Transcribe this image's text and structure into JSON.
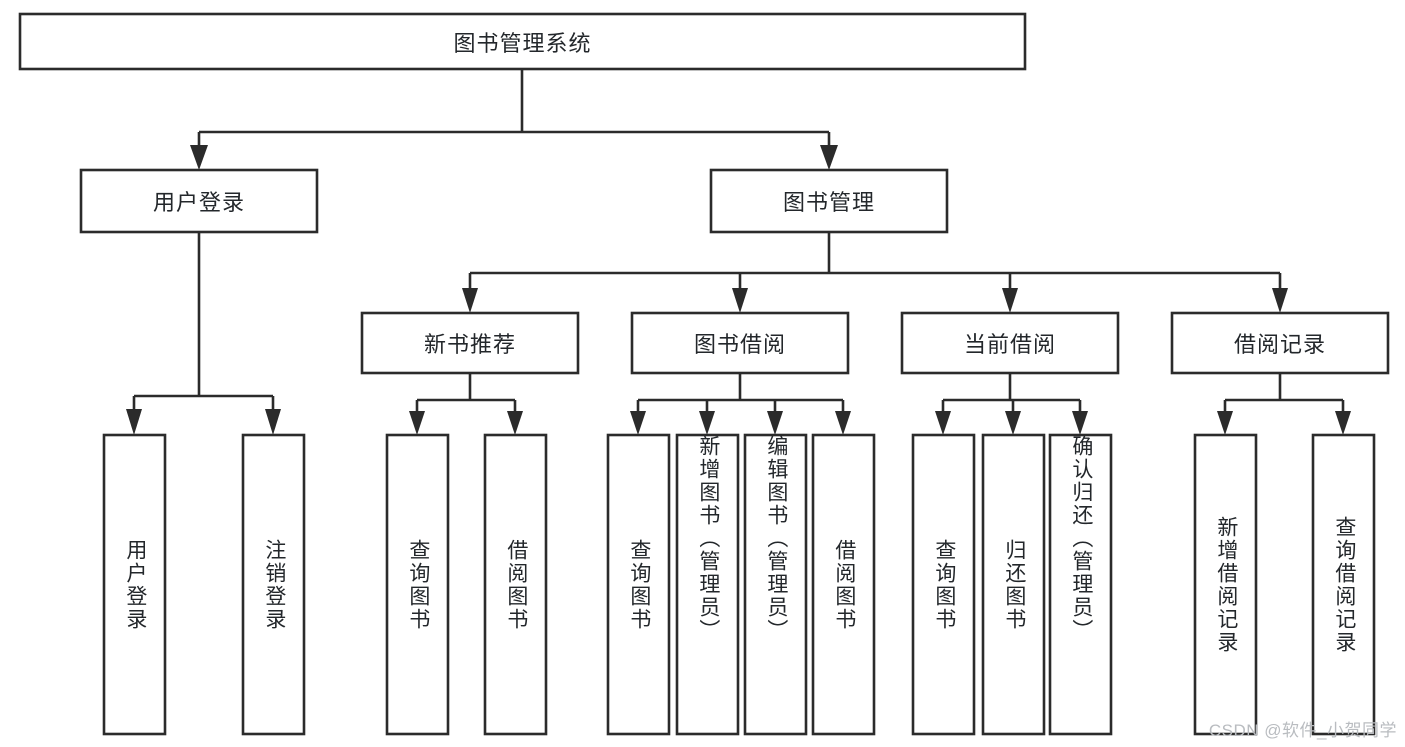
{
  "diagram": {
    "type": "tree-hierarchy-chart",
    "title": "图书管理系统",
    "orientation": "top-down",
    "colors": {
      "box_stroke": "#2b2b2b",
      "box_fill": "#ffffff",
      "connector": "#2b2b2b",
      "text": "#23272b",
      "background": "#ffffff",
      "watermark": "#b9bcc0"
    },
    "root": {
      "id": "root",
      "label": "图书管理系统",
      "orientation": "horizontal"
    },
    "level2": [
      {
        "id": "user-login",
        "label": "用户登录",
        "orientation": "horizontal"
      },
      {
        "id": "book-management",
        "label": "图书管理",
        "orientation": "horizontal"
      }
    ],
    "level3": [
      {
        "id": "new-book-recommend",
        "label": "新书推荐",
        "orientation": "horizontal",
        "parent": "book-management"
      },
      {
        "id": "book-borrow",
        "label": "图书借阅",
        "orientation": "horizontal",
        "parent": "book-management"
      },
      {
        "id": "current-borrow",
        "label": "当前借阅",
        "orientation": "horizontal",
        "parent": "book-management"
      },
      {
        "id": "borrow-record",
        "label": "借阅记录",
        "orientation": "horizontal",
        "parent": "book-management"
      }
    ],
    "leaves": [
      {
        "id": "leaf-user-login",
        "label": "用户登录",
        "orientation": "vertical",
        "parent": "user-login"
      },
      {
        "id": "leaf-logout-login",
        "label": "注销登录",
        "orientation": "vertical",
        "parent": "user-login"
      },
      {
        "id": "leaf-query-book-1",
        "label": "查询图书",
        "orientation": "vertical",
        "parent": "new-book-recommend"
      },
      {
        "id": "leaf-borrow-book-1",
        "label": "借阅图书",
        "orientation": "vertical",
        "parent": "new-book-recommend"
      },
      {
        "id": "leaf-query-book-2",
        "label": "查询图书",
        "orientation": "vertical",
        "parent": "book-borrow"
      },
      {
        "id": "leaf-add-book",
        "label": "新增图书（管理员）",
        "orientation": "vertical",
        "parent": "book-borrow"
      },
      {
        "id": "leaf-edit-book",
        "label": "编辑图书（管理员）",
        "orientation": "vertical",
        "parent": "book-borrow"
      },
      {
        "id": "leaf-borrow-book-2",
        "label": "借阅图书",
        "orientation": "vertical",
        "parent": "book-borrow"
      },
      {
        "id": "leaf-query-book-3",
        "label": "查询图书",
        "orientation": "vertical",
        "parent": "current-borrow"
      },
      {
        "id": "leaf-return-book",
        "label": "归还图书",
        "orientation": "vertical",
        "parent": "current-borrow"
      },
      {
        "id": "leaf-confirm-return",
        "label": "确认归还（管理员）",
        "orientation": "vertical",
        "parent": "current-borrow"
      },
      {
        "id": "leaf-add-borrow-record",
        "label": "新增借阅记录",
        "orientation": "vertical",
        "parent": "borrow-record"
      },
      {
        "id": "leaf-query-borrow-record",
        "label": "查询借阅记录",
        "orientation": "vertical",
        "parent": "borrow-record"
      }
    ]
  },
  "watermark": {
    "text": "CSDN @软件_小贺同学"
  }
}
